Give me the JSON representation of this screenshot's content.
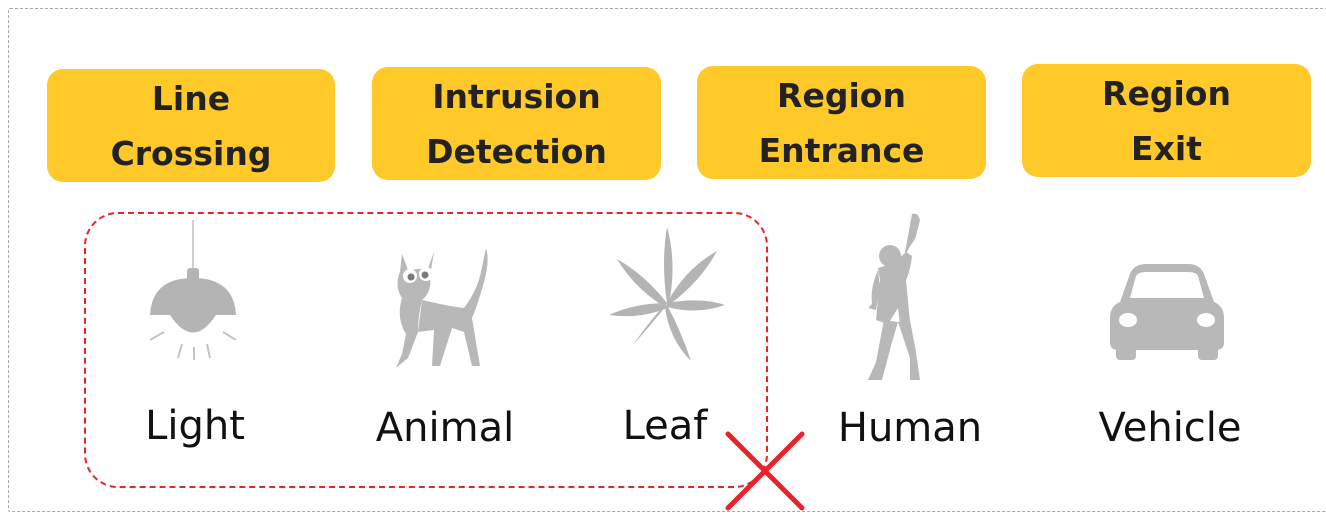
{
  "event_types": [
    {
      "lines": [
        "Line",
        "Crossing"
      ]
    },
    {
      "lines": [
        "Intrusion",
        "Detection"
      ]
    },
    {
      "lines": [
        "Region",
        "Entrance"
      ]
    },
    {
      "lines": [
        "Region",
        "Exit"
      ]
    }
  ],
  "targets": [
    {
      "label": "Light",
      "icon": "lamp-icon"
    },
    {
      "label": "Animal",
      "icon": "cat-icon"
    },
    {
      "label": "Leaf",
      "icon": "leaf-icon"
    },
    {
      "label": "Human",
      "icon": "person-icon"
    },
    {
      "label": "Vehicle",
      "icon": "car-icon"
    }
  ],
  "colors": {
    "badge": "#FFC92A",
    "icon": "#b4b4b4",
    "group_border": "#e8232a",
    "x_mark": "#e8232a",
    "outer_border": "#a8a8a8"
  }
}
